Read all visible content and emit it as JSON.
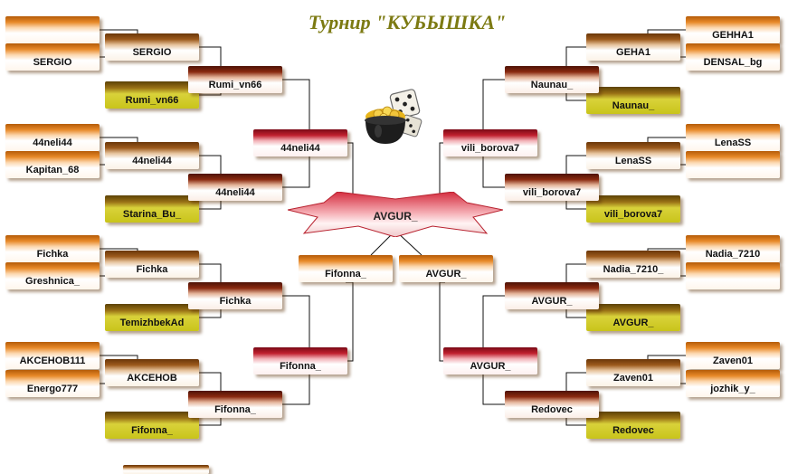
{
  "title": "Турнир \"КУБЫШКА\"",
  "colors": {
    "title": "#7c7a12",
    "line": "#111111",
    "orange": "#e88a2a",
    "brown": "#9c5a1c",
    "olive": "#c9c41a",
    "dark_red": "#8a2a10",
    "red": "#c0202e",
    "final": "#e04656"
  },
  "icons": {
    "trophy": "pot-of-gold-with-dice-icon"
  },
  "final_winner": "AVGUR_",
  "bracket": [
    {
      "id": "L1",
      "label": "",
      "style": "orange"
    },
    {
      "id": "L2",
      "label": "SERGIO",
      "style": "orange"
    },
    {
      "id": "L3",
      "label": "44neli44",
      "style": "orange"
    },
    {
      "id": "L4",
      "label": "Kapitan_68",
      "style": "orange"
    },
    {
      "id": "L5",
      "label": "Fichka",
      "style": "orange"
    },
    {
      "id": "L6",
      "label": "Greshnica_",
      "style": "orange"
    },
    {
      "id": "L7",
      "label": "AKCEHOB111",
      "style": "orange"
    },
    {
      "id": "L8",
      "label": "Energo777",
      "style": "orange"
    },
    {
      "id": "L9",
      "label": "SERGIO",
      "style": "brown"
    },
    {
      "id": "L10",
      "label": "Rumi_vn66",
      "style": "olive"
    },
    {
      "id": "L11",
      "label": "44neli44",
      "style": "brown"
    },
    {
      "id": "L12",
      "label": "Starina_Bu_",
      "style": "olive"
    },
    {
      "id": "L13",
      "label": "Fichka",
      "style": "brown"
    },
    {
      "id": "L14",
      "label": "TemizhbekAd",
      "style": "olive"
    },
    {
      "id": "L15",
      "label": "AKCEHOB",
      "style": "brown"
    },
    {
      "id": "L16",
      "label": "Fifonna_",
      "style": "olive"
    },
    {
      "id": "L17",
      "label": "Rumi_vn66",
      "style": "dkred"
    },
    {
      "id": "L18",
      "label": "44neli44",
      "style": "dkred"
    },
    {
      "id": "L19",
      "label": "Fichka",
      "style": "dkred"
    },
    {
      "id": "L20",
      "label": "Fifonna_",
      "style": "dkred"
    },
    {
      "id": "L21",
      "label": "44neli44",
      "style": "red"
    },
    {
      "id": "L22",
      "label": "Fifonna_",
      "style": "red"
    },
    {
      "id": "L23",
      "label": "Fifonna_",
      "style": "orange"
    },
    {
      "id": "L24",
      "label": "",
      "style": "brown"
    },
    {
      "id": "R1",
      "label": "GEHHA1",
      "style": "orange"
    },
    {
      "id": "R2",
      "label": "DENSAL_bg",
      "style": "orange"
    },
    {
      "id": "R3",
      "label": "LenaSS",
      "style": "orange"
    },
    {
      "id": "R4",
      "label": "",
      "style": "orange"
    },
    {
      "id": "R5",
      "label": "Nadia_7210",
      "style": "orange"
    },
    {
      "id": "R6",
      "label": "",
      "style": "orange"
    },
    {
      "id": "R7",
      "label": "Zaven01",
      "style": "orange"
    },
    {
      "id": "R8",
      "label": "jozhik_y_",
      "style": "orange"
    },
    {
      "id": "R9",
      "label": "GEHA1",
      "style": "brown"
    },
    {
      "id": "R10",
      "label": "Naunau_",
      "style": "olive"
    },
    {
      "id": "R11",
      "label": "LenaSS",
      "style": "brown"
    },
    {
      "id": "R12",
      "label": "vili_borova7",
      "style": "olive"
    },
    {
      "id": "R13",
      "label": "Nadia_7210_",
      "style": "brown"
    },
    {
      "id": "R14",
      "label": "AVGUR_",
      "style": "olive"
    },
    {
      "id": "R15",
      "label": "Zaven01",
      "style": "brown"
    },
    {
      "id": "R16",
      "label": "Redovec",
      "style": "olive"
    },
    {
      "id": "R17",
      "label": "Naunau_",
      "style": "dkred"
    },
    {
      "id": "R18",
      "label": "vili_borova7",
      "style": "dkred"
    },
    {
      "id": "R19",
      "label": "AVGUR_",
      "style": "dkred"
    },
    {
      "id": "R20",
      "label": "Redovec",
      "style": "dkred"
    },
    {
      "id": "R21",
      "label": "vili_borova7",
      "style": "red"
    },
    {
      "id": "R22",
      "label": "AVGUR_",
      "style": "red"
    },
    {
      "id": "R23",
      "label": "AVGUR_",
      "style": "orange"
    }
  ]
}
